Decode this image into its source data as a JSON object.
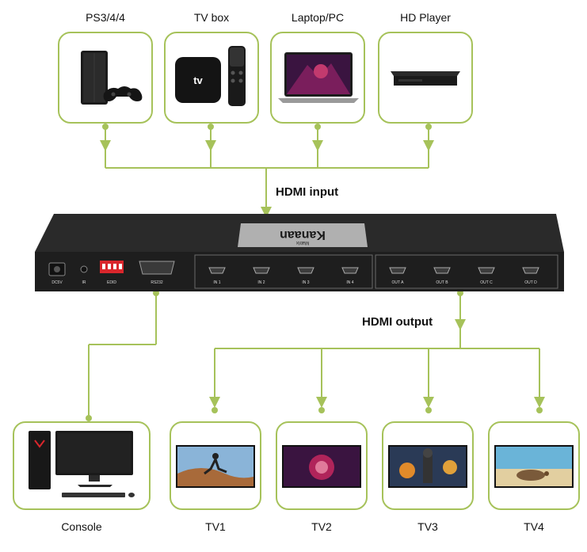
{
  "inputs": [
    {
      "label": "PS3/4/4",
      "icon": "game-console-icon"
    },
    {
      "label": "TV box",
      "icon": "tv-box-icon",
      "screen_text": "tv"
    },
    {
      "label": "Laptop/PC",
      "icon": "laptop-icon"
    },
    {
      "label": "HD Player",
      "icon": "media-player-icon"
    }
  ],
  "outputs": [
    {
      "label": "Console",
      "icon": "desktop-computer-icon"
    },
    {
      "label": "TV1",
      "icon": "tv-runner-icon"
    },
    {
      "label": "TV2",
      "icon": "tv-motorcycle-icon"
    },
    {
      "label": "TV3",
      "icon": "tv-game-icon"
    },
    {
      "label": "TV4",
      "icon": "tv-turtle-icon"
    }
  ],
  "flow": {
    "input_label": "HDMI input",
    "output_label": "HDMI output"
  },
  "device": {
    "brand": "Kanaan",
    "model": "Matrix",
    "ports": {
      "power": "DC5V",
      "ir": "IR",
      "edid": "EDID",
      "rs232": "RS232",
      "in": [
        "IN 1",
        "IN 2",
        "IN 3",
        "IN 4"
      ],
      "out": [
        "OUT A",
        "OUT B",
        "OUT C",
        "OUT D"
      ]
    }
  },
  "colors": {
    "connector": "#a6c25a",
    "device_body": "#2a2a2a",
    "dip_switch": "#d9262c"
  }
}
